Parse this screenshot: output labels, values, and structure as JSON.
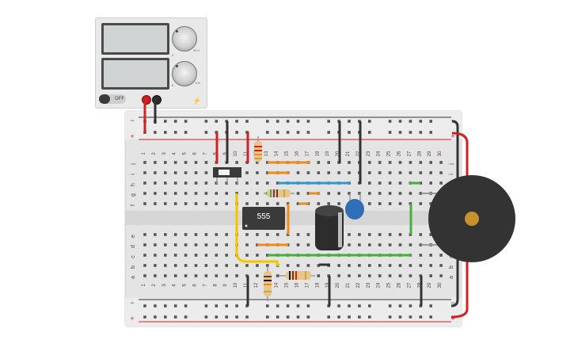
{
  "power_supply": {
    "switch_label": "OFF",
    "voltage_knob_min": "0",
    "voltage_knob_max": "30 V",
    "current_knob_min": "0",
    "current_knob_max": "5 A"
  },
  "breadboard": {
    "column_numbers": [
      "1",
      "2",
      "3",
      "4",
      "5",
      "6",
      "7",
      "8",
      "9",
      "10",
      "11",
      "12",
      "13",
      "14",
      "15",
      "16",
      "17",
      "18",
      "19",
      "20",
      "21",
      "22",
      "23",
      "24",
      "25",
      "26",
      "27",
      "28",
      "29",
      "30"
    ],
    "top_rows": [
      "j",
      "i",
      "h",
      "g",
      "f"
    ],
    "bottom_rows": [
      "e",
      "d",
      "c",
      "b",
      "a"
    ],
    "rail_minus": "−",
    "rail_plus": "+"
  },
  "components": {
    "ic_label": "555"
  },
  "colors": {
    "red_wire": "#d42020",
    "black_wire": "#333333",
    "orange_wire": "#f08a1c",
    "blue_wire": "#2a9ad6",
    "green_wire": "#43b13a",
    "yellow_wire": "#f2c500",
    "buzzer": "#333333",
    "capacitor_blue": "#2f6fb5"
  }
}
